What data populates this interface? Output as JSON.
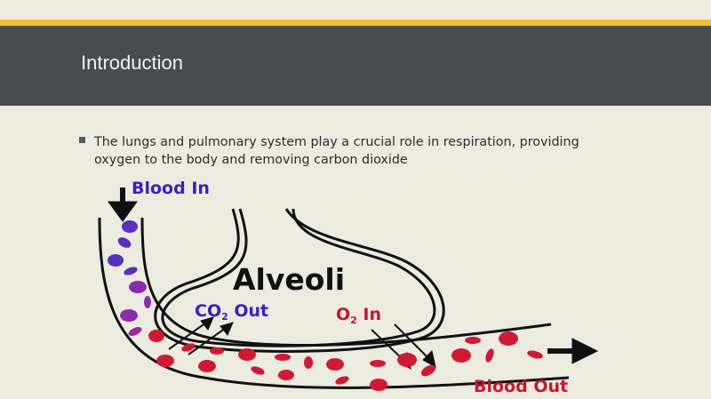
{
  "slide": {
    "title": "Introduction",
    "bullet": "The lungs and pulmonary system play a crucial role in respiration, providing oxygen to the body and removing carbon dioxide"
  },
  "diagram": {
    "blood_in": "Blood In",
    "alveoli": "Alveoli",
    "co2_out": "CO",
    "co2_sub": "2",
    "co2_suffix": " Out",
    "o2_in": "O",
    "o2_sub": "2",
    "o2_suffix": " In",
    "blood_out": "Blood Out"
  },
  "colors": {
    "accent": "#f2c12e",
    "title_band": "#454d4f",
    "background": "#ebebe0",
    "deoxygenated": "#5a2fc0",
    "oxygenated": "#d01a33"
  }
}
